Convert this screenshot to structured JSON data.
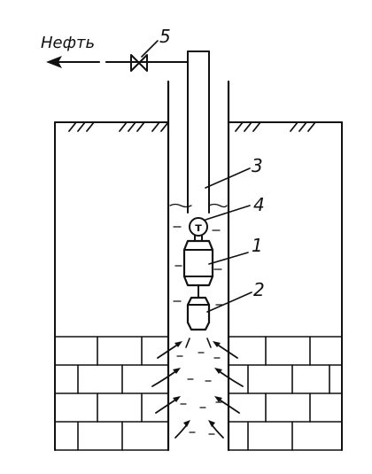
{
  "diagram": {
    "flow_label": "Нефть",
    "callouts": {
      "motor": "1",
      "pump": "2",
      "tubing": "3",
      "cable": "4",
      "valve": "5"
    },
    "cable_glyph": "т"
  },
  "colors": {
    "ink": "#111111",
    "background": "#ffffff"
  }
}
